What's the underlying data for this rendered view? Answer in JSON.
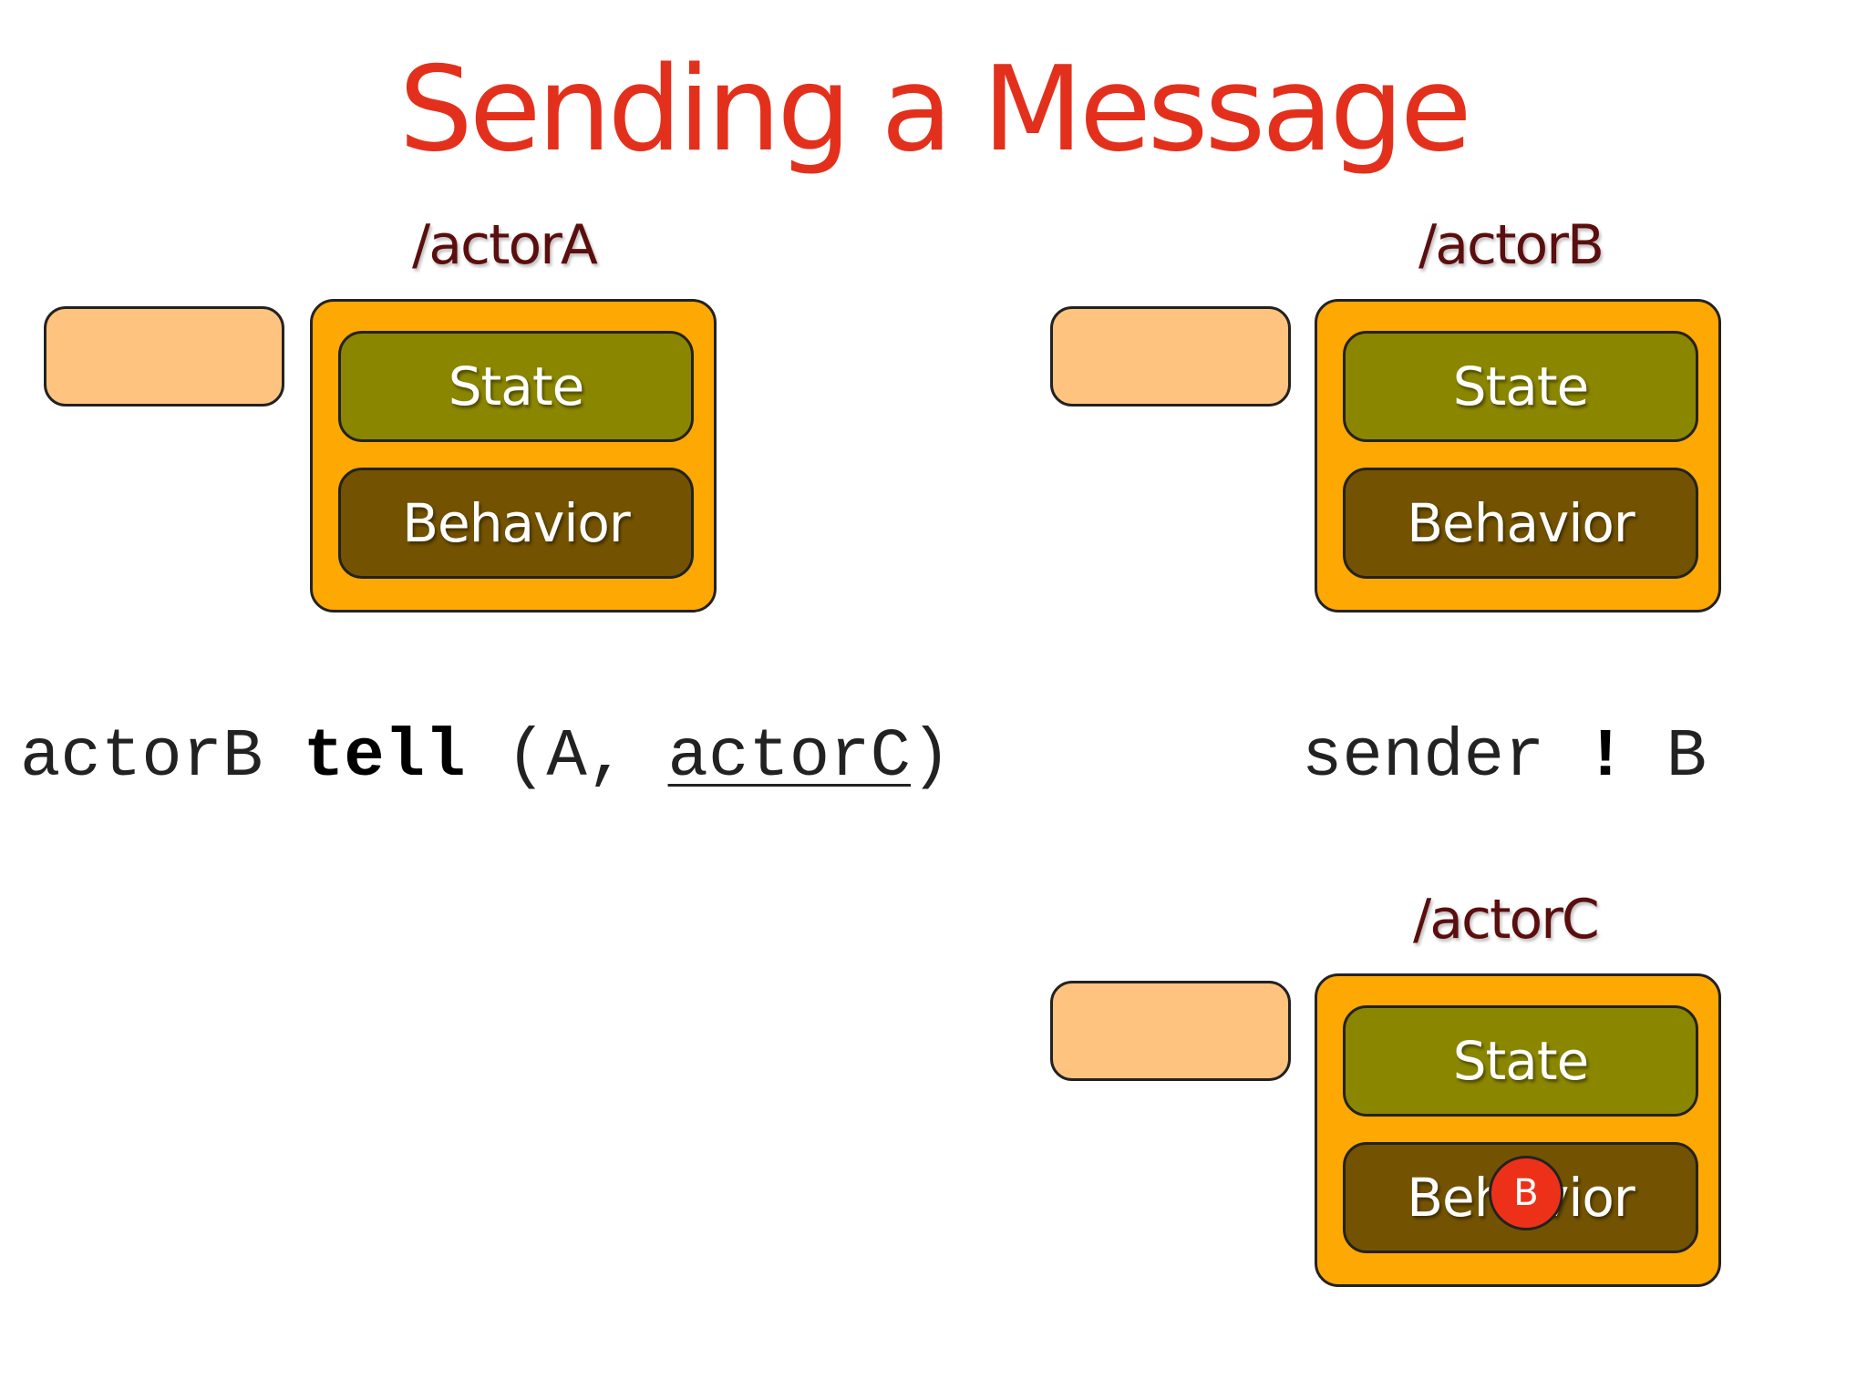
{
  "slide": {
    "title": "Sending a Message"
  },
  "actors": [
    {
      "label": "/actorA",
      "state": "State",
      "behavior": "Behavior"
    },
    {
      "label": "/actorB",
      "state": "State",
      "behavior": "Behavior"
    },
    {
      "label": "/actorC",
      "state": "State",
      "behavior": "Behavior"
    }
  ],
  "code": {
    "tell_target": "actorB ",
    "tell_keyword": "tell",
    "tell_args_open": " (A, ",
    "tell_sender": "actorC",
    "tell_args_close": ")",
    "reply_target": "sender ",
    "reply_operator": "!",
    "reply_message": " B"
  },
  "message_token": {
    "label": "B",
    "color": "#ed3119"
  },
  "colors": {
    "title": "#e3301c",
    "actor_label": "#5b0e0e",
    "mailbox": "#fec47f",
    "actor_body": "#fea804",
    "state": "#8b8600",
    "behavior": "#735301"
  }
}
